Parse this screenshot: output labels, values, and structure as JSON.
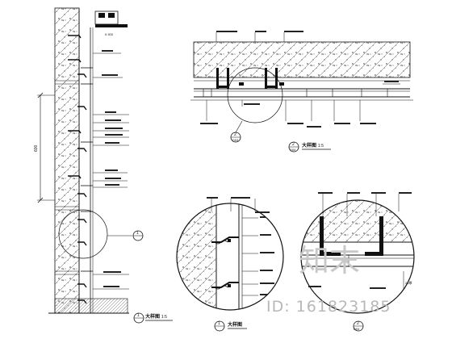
{
  "drawing": {
    "elevation_dim": "600",
    "top_note": "0.300",
    "section_left": {
      "title": "大样图",
      "scale": "1:5",
      "callout": "1"
    },
    "section_right": {
      "title": "大样图",
      "scale": "1:5",
      "callout": "2",
      "sheet": "D04"
    },
    "detail_1": {
      "title": "大样图",
      "callout": "1"
    },
    "detail_2": {
      "callout": "2",
      "sheet": "D04",
      "note": "20厚"
    }
  },
  "watermark": {
    "logo": "知末",
    "id": "ID: 161823185"
  }
}
